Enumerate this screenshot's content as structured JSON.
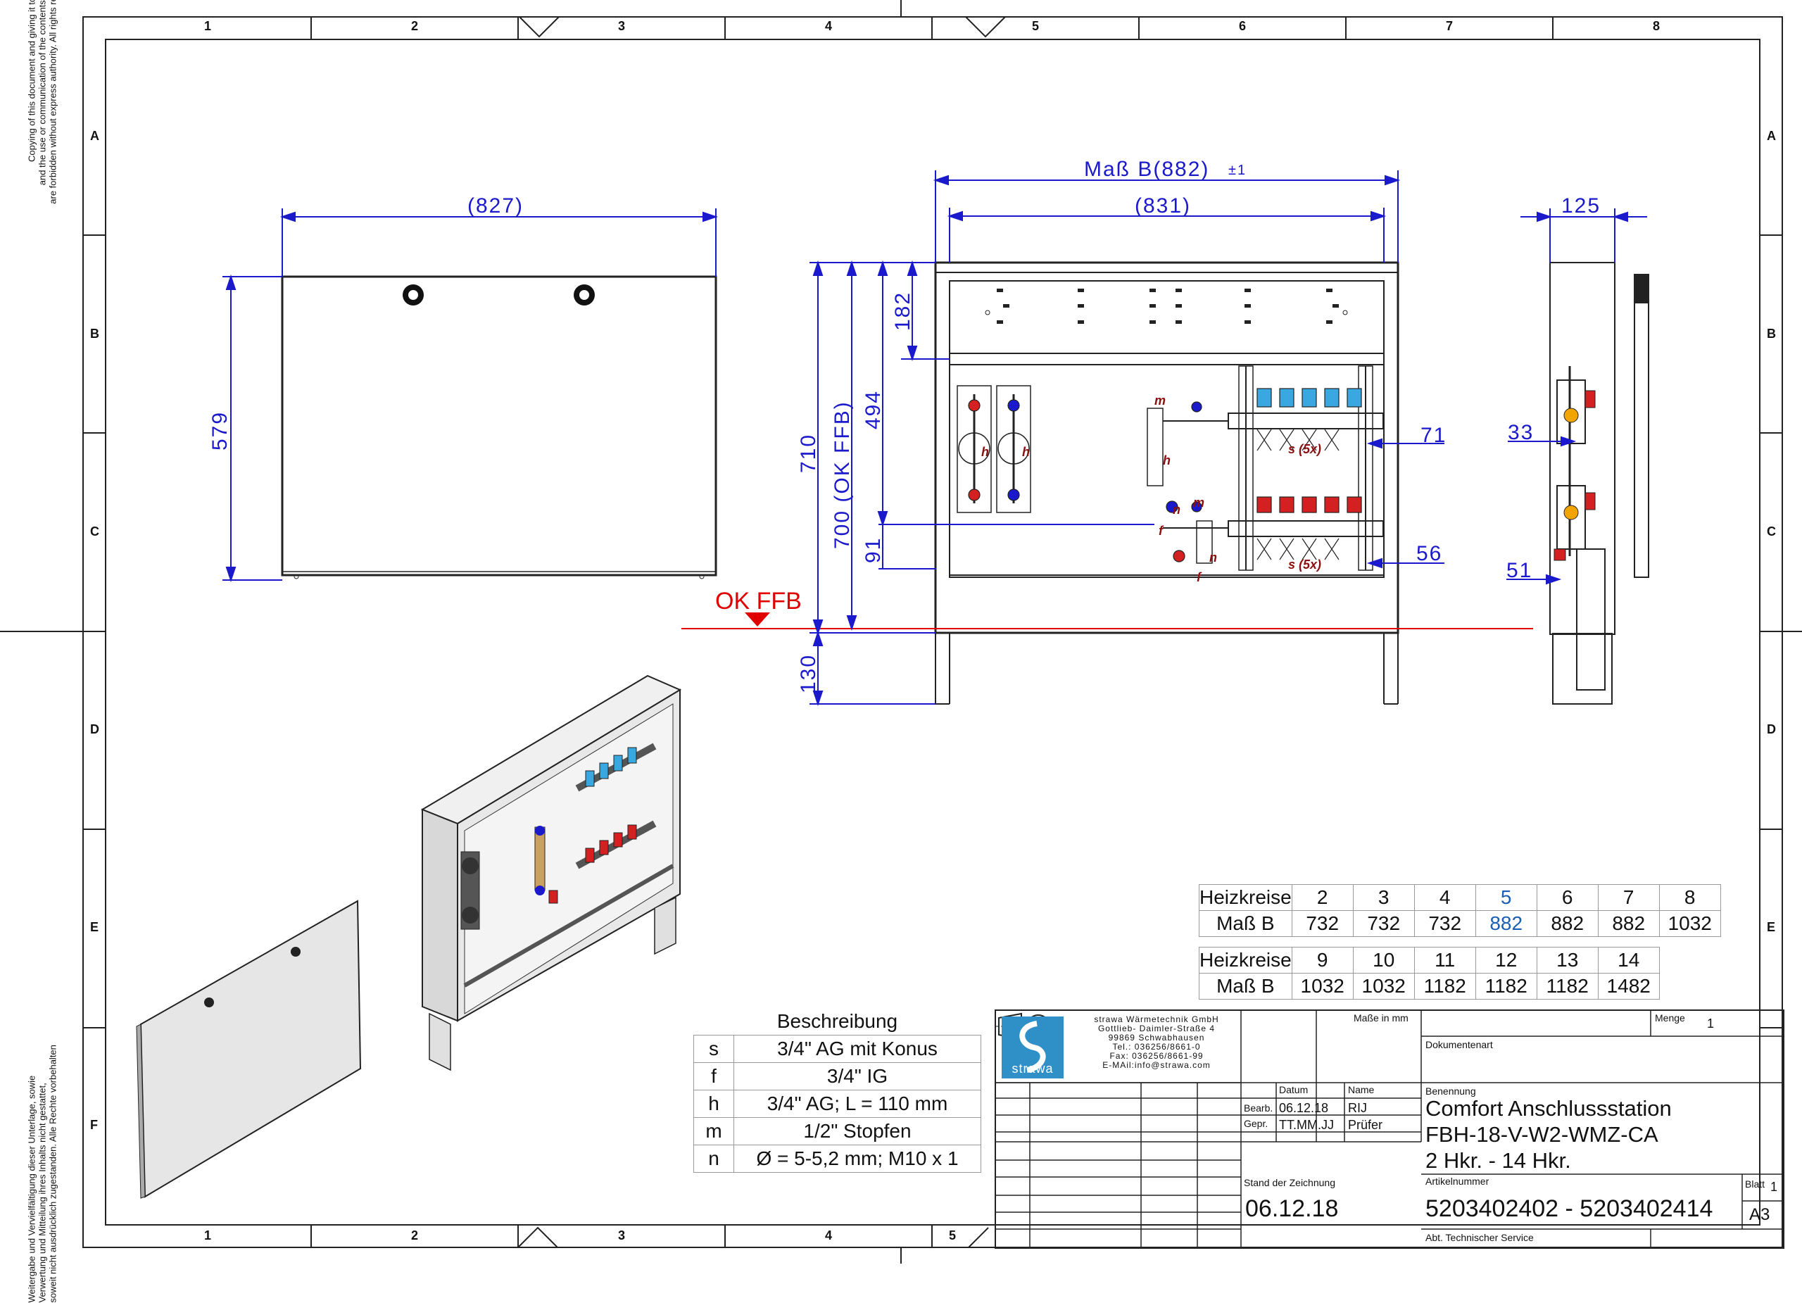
{
  "frame": {
    "columns": [
      "1",
      "2",
      "3",
      "4",
      "5",
      "6",
      "7",
      "8"
    ],
    "rows": [
      "A",
      "B",
      "C",
      "D",
      "E",
      "F"
    ],
    "copyright_top": [
      "Copying of this document and giving it to others,",
      "and the use or communication of the contents thereof,",
      "are forbidden without express authority. All rights reserved."
    ],
    "copyright_bottom": [
      "Weitergabe und Vervielfältigung dieser Unterlage, sowie",
      "Verwertung und Mitteilung ihres Inhalts nicht gestattet,",
      "soweit nicht ausdrücklich zugestanden. Alle Rechte vorbehalten"
    ]
  },
  "dimensions": {
    "front_width": "(827)",
    "front_height": "579",
    "mass_b": "Maß B(882)",
    "mass_b_tol": "±1",
    "inner_width": "(831)",
    "h710": "710",
    "h700": "700 (OK FFB)",
    "h494": "494",
    "h182": "182",
    "h91": "91",
    "h130": "130",
    "d71": "71",
    "d56": "56",
    "depth125": "125",
    "d33": "33",
    "d51": "51",
    "ok_ffb": "OK FFB",
    "s5x_top": "s (5x)",
    "s5x_bottom": "s (5x)",
    "lbl_m": "m",
    "lbl_h": "h",
    "lbl_f": "f",
    "lbl_n": "n"
  },
  "heizkreise_table": {
    "row1_label": "Heizkreise",
    "row1": [
      "2",
      "3",
      "4",
      "5",
      "6",
      "7",
      "8"
    ],
    "row2_label": "Maß B",
    "row2": [
      "732",
      "732",
      "732",
      "882",
      "882",
      "882",
      "1032"
    ],
    "row3_label": "Heizkreise",
    "row3": [
      "9",
      "10",
      "11",
      "12",
      "13",
      "14"
    ],
    "row4_label": "Maß B",
    "row4": [
      "1032",
      "1032",
      "1182",
      "1182",
      "1182",
      "1482"
    ],
    "highlight_color": "#1a5fb4"
  },
  "description_table": {
    "header": "Beschreibung",
    "rows": [
      {
        "key": "s",
        "text": "3/4\" AG mit Konus"
      },
      {
        "key": "f",
        "text": "3/4\" IG"
      },
      {
        "key": "h",
        "text": "3/4\" AG; L = 110 mm"
      },
      {
        "key": "m",
        "text": "1/2\" Stopfen"
      },
      {
        "key": "n",
        "text": "Ø = 5-5,2 mm; M10 x 1"
      }
    ]
  },
  "title_block": {
    "company_lines": [
      "strawa Wärmetechnik GmbH",
      "Gottlieb- Daimler-Straße 4",
      "99869 Schwabhausen",
      "Tel.: 036256/8661-0",
      "Fax: 036256/8661-99",
      "E-MAil:info@strawa.com"
    ],
    "logo_text": "strawa",
    "masse_label": "Maße in mm",
    "menge_label": "Menge",
    "menge_value": "1",
    "dokumentenart_label": "Dokumentenart",
    "datum_label": "Datum",
    "name_label": "Name",
    "bearb_label": "Bearb.",
    "bearb_date": "06.12.18",
    "bearb_name": "RIJ",
    "gepr_label": "Gepr.",
    "gepr_date": "TT.MM.JJ",
    "gepr_name": "Prüfer",
    "benennung_label": "Benennung",
    "benennung_lines": [
      "Comfort Anschlussstation",
      "FBH-18-V-W2-WMZ-CA",
      "2 Hkr. - 14 Hkr."
    ],
    "stand_label": "Stand der Zeichnung",
    "stand_value": "06.12.18",
    "artikel_label": "Artikelnummer",
    "artikel_value": "5203402402 - 5203402414",
    "blatt_label": "Blatt",
    "blatt_value": "1",
    "format": "A3",
    "abt": "Abt. Technischer Service"
  },
  "colors": {
    "dimension": "#1a1acc",
    "ok_ffb": "#e00000",
    "blue_valve": "#3aa8e0",
    "red_valve": "#d42020"
  }
}
